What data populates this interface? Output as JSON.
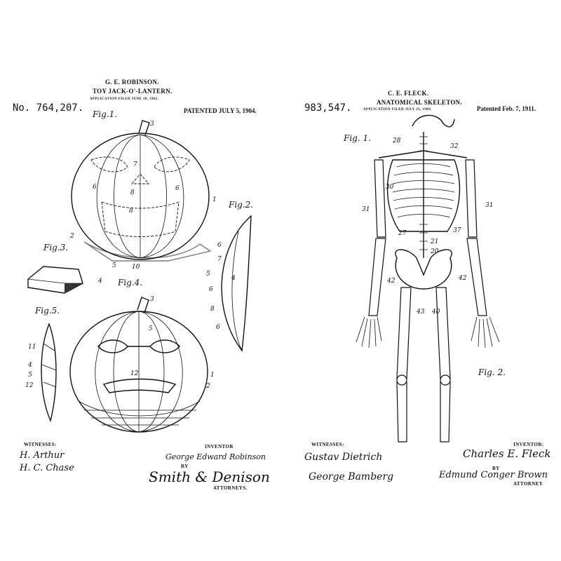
{
  "left_patent": {
    "inventor_name": "G. E. ROBINSON.",
    "title": "TOY JACK-O'-LANTERN.",
    "application_filed": "APPLICATION FILED JUNE 10, 1902.",
    "number": "No. 764,207.",
    "patented": "PATENTED JULY 5, 1904.",
    "figures": [
      "Fig.1.",
      "Fig.2.",
      "Fig.3.",
      "Fig.4.",
      "Fig.5."
    ],
    "witnesses_label": "WITNESSES:",
    "witness_signatures": [
      "H. Arthur",
      "H. C. Chase"
    ],
    "inventor_label": "INVENTOR",
    "inventor_signature": "George Edward Robinson",
    "by_label": "BY",
    "attorney_signature": "Smith & Denison",
    "attorneys_label": "ATTORNEYS."
  },
  "right_patent": {
    "inventor_name": "C. E. FLECK.",
    "title": "ANATOMICAL SKELETON.",
    "application_filed": "APPLICATION FILED JULY 23, 1909.",
    "number": "983,547.",
    "patented": "Patented Feb. 7, 1911.",
    "figures": [
      "Fig. 1.",
      "Fig. 2."
    ],
    "witnesses_label": "WITNESSES:",
    "witness_signatures": [
      "Gustav Dietrich",
      "George Bamberg"
    ],
    "inventor_label": "INVENTOR:",
    "inventor_signature": "Charles E. Fleck",
    "by_label": "BY",
    "attorney_signature": "Edmund Conger Brown",
    "attorney_label": "ATTORNEY"
  },
  "reference_numerals": {
    "pumpkin_top": [
      "3",
      "7",
      "6",
      "6",
      "8",
      "8",
      "1",
      "2",
      "5",
      "10"
    ],
    "panel": [
      "6",
      "7",
      "4",
      "5",
      "6",
      "8",
      "6"
    ],
    "block": [
      "4"
    ],
    "pumpkin_bottom": [
      "3",
      "5",
      "12",
      "1",
      "2"
    ],
    "side_strip": [
      "11",
      "4",
      "5",
      "12"
    ],
    "skeleton": [
      "28",
      "32",
      "30",
      "31",
      "31",
      "27",
      "37",
      "21",
      "20",
      "42",
      "42",
      "43",
      "40"
    ]
  }
}
